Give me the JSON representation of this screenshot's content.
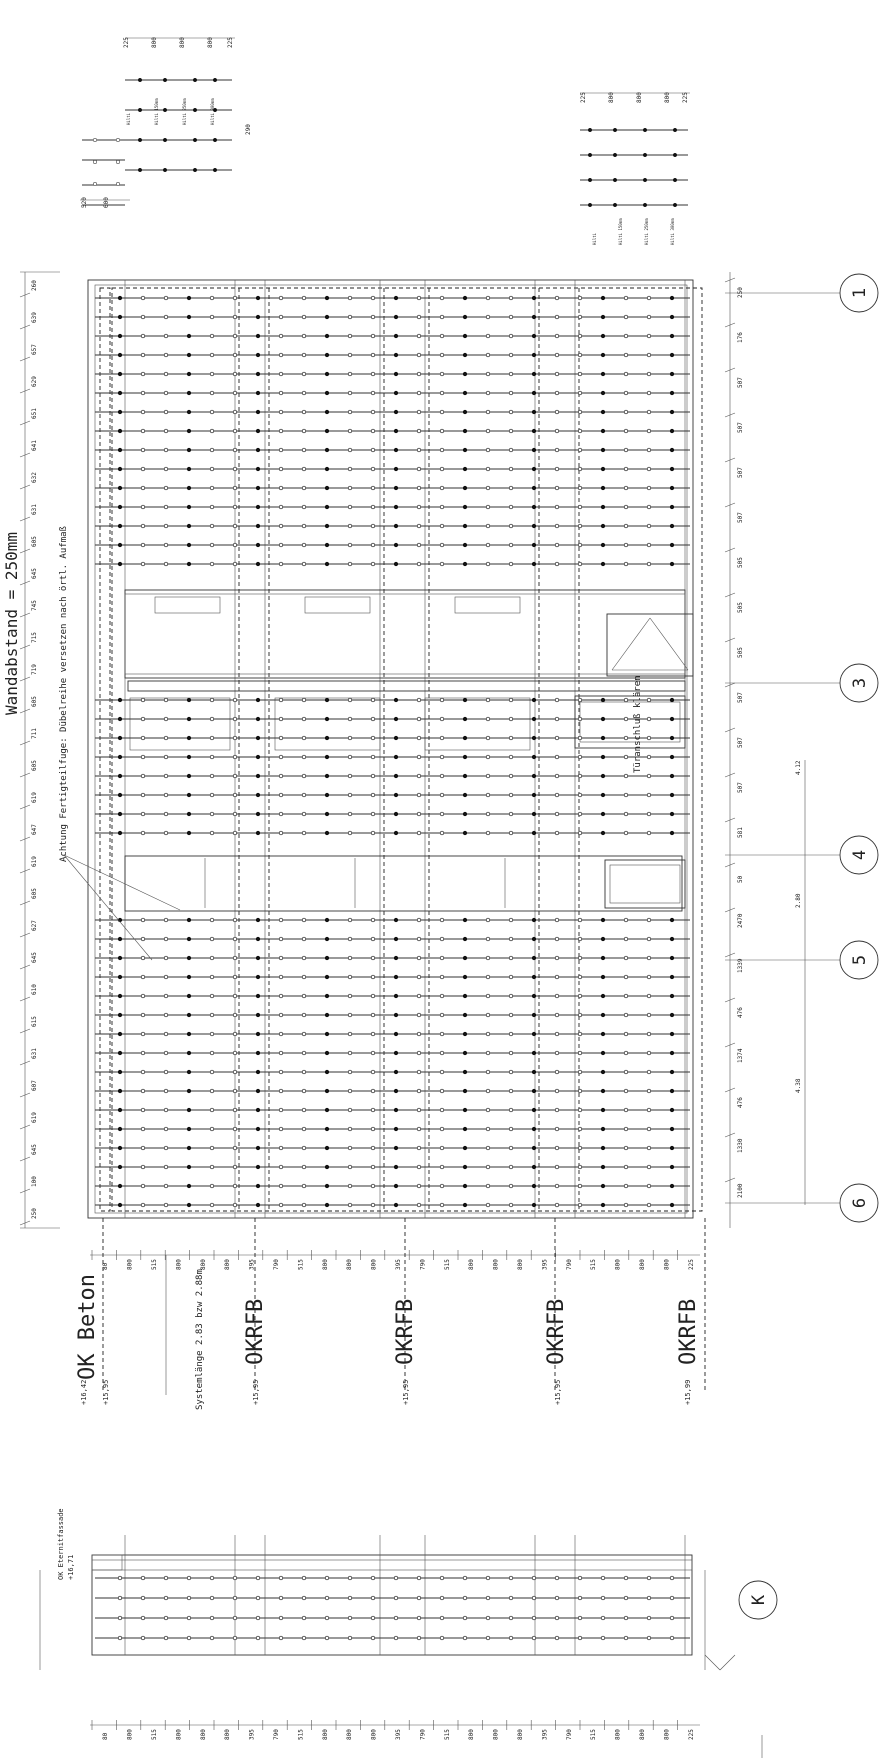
{
  "labels": {
    "wall_spacing": "Wandabstand = 250mm",
    "okrfb": "OKRFB",
    "ok_beton": "OK Beton",
    "system_length": "Systemlänge 2.83 bzw 2.88m",
    "warning_note": "Achtung Fertigteilfuge: Dübelreihe versetzen nach örtl. Aufmaß",
    "door_note": "Türanschluß klären",
    "eternit_label": "OK Eternitfassade",
    "eternit_level": "+16,71",
    "level_beton": "+16,42",
    "level_1": "+15,95",
    "level_2": "+15,95",
    "level_3": "+15,95",
    "level_4": "+15,95",
    "level_5": "+15,99"
  },
  "axes": [
    {
      "id": "1",
      "label": "1"
    },
    {
      "id": "3",
      "label": "3"
    },
    {
      "id": "4",
      "label": "4"
    },
    {
      "id": "5",
      "label": "5"
    },
    {
      "id": "6",
      "label": "6"
    },
    {
      "id": "K",
      "label": "K"
    }
  ],
  "bottom_dims": [
    "80",
    "800",
    "515",
    "800",
    "800",
    "800",
    "395",
    "790",
    "515",
    "800",
    "800",
    "800",
    "395",
    "790",
    "515",
    "800",
    "800",
    "800",
    "395",
    "790",
    "515",
    "800",
    "800",
    "800",
    "225"
  ],
  "left_dims": [
    "250",
    "100",
    "645",
    "619",
    "607",
    "631",
    "615",
    "610",
    "645",
    "627",
    "605",
    "619",
    "647",
    "619",
    "605",
    "711",
    "605",
    "719",
    "715",
    "745",
    "645",
    "605",
    "631",
    "632",
    "641",
    "651",
    "629",
    "657",
    "639",
    "260"
  ],
  "right_dims": [
    "250",
    "176",
    "507",
    "507",
    "507",
    "507",
    "505",
    "505",
    "505",
    "507",
    "507",
    "507",
    "581",
    "50",
    "2470",
    "1339",
    "476",
    "1374",
    "476",
    "1330",
    "2100"
  ],
  "right_small": [
    "4.12",
    "2.80",
    "4.38"
  ],
  "detail_top_left": [
    "225",
    "800",
    "800",
    "800",
    "225",
    "520",
    "600",
    "290"
  ],
  "detail_top_right": [
    "225",
    "800",
    "800",
    "800",
    "225"
  ],
  "tags": [
    "Hilti",
    "Hilti 150mm",
    "Hilti 250mm",
    "Hilti 300mm"
  ]
}
